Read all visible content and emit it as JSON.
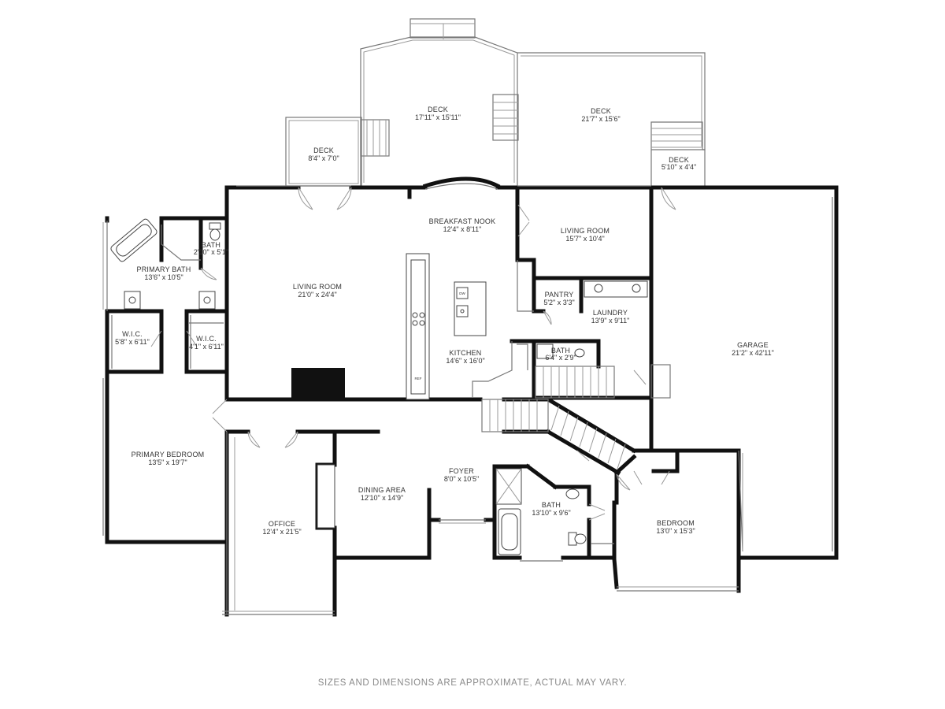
{
  "rooms": {
    "deck_main": {
      "name": "DECK",
      "dims": "17'11\" x 15'11\""
    },
    "deck_right": {
      "name": "DECK",
      "dims": "21'7\" x 15'6\""
    },
    "deck_small": {
      "name": "DECK",
      "dims": "8'4\" x 7'0\""
    },
    "deck_garage": {
      "name": "DECK",
      "dims": "5'10\" x 4'4\""
    },
    "breakfast_nook": {
      "name": "BREAKFAST NOOK",
      "dims": "12'4\" x 8'11\""
    },
    "living_room_upper": {
      "name": "LIVING ROOM",
      "dims": "15'7\" x 10'4\""
    },
    "living_room_main": {
      "name": "LIVING ROOM",
      "dims": "21'0\" x 24'4\""
    },
    "bath_primary_wc": {
      "name": "BATH",
      "dims": "2'10\" x 5'1\""
    },
    "primary_bath": {
      "name": "PRIMARY BATH",
      "dims": "13'6\" x 10'5\""
    },
    "wic_left": {
      "name": "W.I.C.",
      "dims": "5'8\" x 6'11\""
    },
    "wic_right": {
      "name": "W.I.C.",
      "dims": "4'1\" x 6'11\""
    },
    "pantry": {
      "name": "PANTRY",
      "dims": "5'2\" x 3'3\""
    },
    "laundry": {
      "name": "LAUNDRY",
      "dims": "13'9\" x 9'11\""
    },
    "kitchen": {
      "name": "KITCHEN",
      "dims": "14'6\" x 16'0\""
    },
    "bath_half": {
      "name": "BATH",
      "dims": "6'4\" x 2'9\""
    },
    "garage": {
      "name": "GARAGE",
      "dims": "21'2\" x 42'11\""
    },
    "primary_bedroom": {
      "name": "PRIMARY BEDROOM",
      "dims": "13'5\" x 19'7\""
    },
    "office": {
      "name": "OFFICE",
      "dims": "12'4\" x 21'5\""
    },
    "dining_area": {
      "name": "DINING AREA",
      "dims": "12'10\" x 14'9\""
    },
    "foyer": {
      "name": "FOYER",
      "dims": "8'0\" x 10'5\""
    },
    "bath_full": {
      "name": "BATH",
      "dims": "13'10\" x 9'6\""
    },
    "bedroom": {
      "name": "BEDROOM",
      "dims": "13'0\" x 15'3\""
    }
  },
  "appliances": {
    "dishwasher": "DW",
    "refrigerator": "REF"
  },
  "disclaimer": "SIZES AND DIMENSIONS ARE APPROXIMATE, ACTUAL MAY VARY."
}
